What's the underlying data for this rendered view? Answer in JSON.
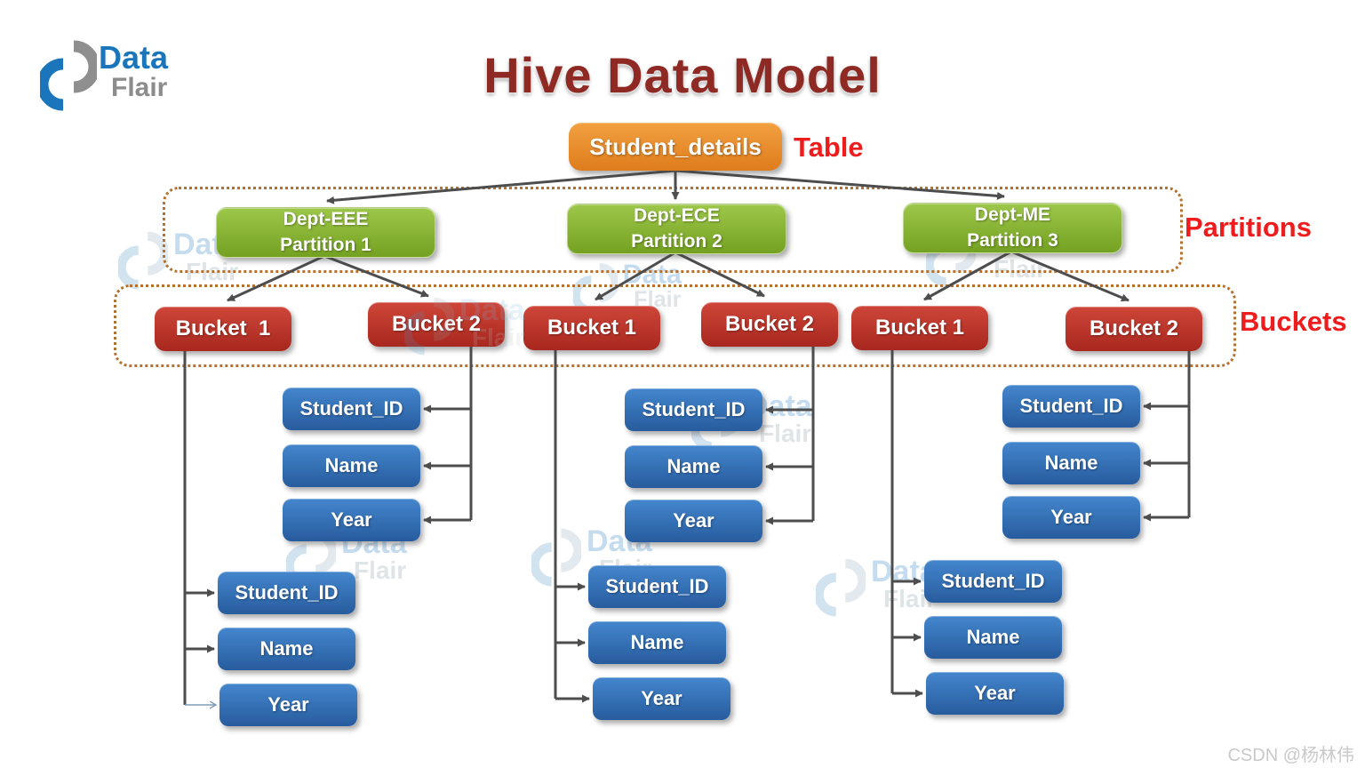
{
  "logo": {
    "data": "Data",
    "flair": "Flair",
    "icon": "dataflair-logo-icon"
  },
  "title": "Hive Data Model",
  "table": {
    "label": "Student_details",
    "annotation": "Table"
  },
  "partitions": {
    "annotation": "Partitions",
    "items": [
      {
        "line1": "Dept-EEE",
        "line2": "Partition 1"
      },
      {
        "line1": "Dept-ECE",
        "line2": "Partition 2"
      },
      {
        "line1": "Dept-ME",
        "line2": "Partition 3"
      }
    ]
  },
  "buckets": {
    "annotation": "Buckets",
    "items": [
      "Bucket  1",
      "Bucket 2",
      "Bucket 1",
      "Bucket 2",
      "Bucket 1",
      "Bucket 2"
    ]
  },
  "field_sets": [
    [
      "Student_ID",
      "Name",
      "Year"
    ],
    [
      "Student_ID",
      "Name",
      "Year"
    ],
    [
      "Student_ID",
      "Name",
      "Year"
    ],
    [
      "Student_ID",
      "Name",
      "Year"
    ],
    [
      "Student_ID",
      "Name",
      "Year"
    ],
    [
      "Student_ID",
      "Name",
      "Year"
    ]
  ],
  "watermark": {
    "data": "Data",
    "flair": "Flair",
    "icon": "dataflair-watermark-icon"
  },
  "footer": {
    "credit": "CSDN @杨林伟"
  },
  "colors": {
    "title": "#8e2a23",
    "annotation_red": "#ee1c1c",
    "table_box": "#e8872a",
    "partition_box": "#86b32d",
    "bucket_box": "#bb3327",
    "field_box": "#306cae",
    "dashed_border": "#b5712f",
    "arrow": "#4d4d4d",
    "logo_blue": "#1b75bb",
    "logo_gray": "#8c8c8c",
    "watermark_blue": "#7fb3dc",
    "credit_gray": "#c9c9c9"
  }
}
